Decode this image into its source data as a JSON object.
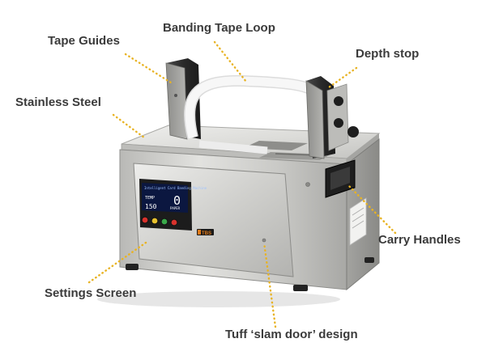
{
  "callouts": {
    "tape_guides": "Tape Guides",
    "banding_tape_loop": "Banding Tape Loop",
    "depth_stop": "Depth stop",
    "stainless_steel": "Stainless Steel",
    "carry_handles": "Carry Handles",
    "settings_screen": "Settings Screen",
    "slam_door": "Tuff ‘slam door’ design"
  },
  "machine": {
    "brand": "TBS",
    "screen_title": "Intelligent Card Banding Machine",
    "screen_counter": "0",
    "screen_temp_label": "TEMP",
    "screen_temp_value": "150",
    "screen_paper_label": "PAPER"
  },
  "colors": {
    "leader_dots": "#e8b323",
    "label_text": "#3b3b3b",
    "steel_light": "#d4d4d2",
    "steel_dark": "#9c9c99",
    "guide_black": "#2c2c2c",
    "screen_bg": "#0b1740",
    "brand_orange": "#e07a1a"
  }
}
